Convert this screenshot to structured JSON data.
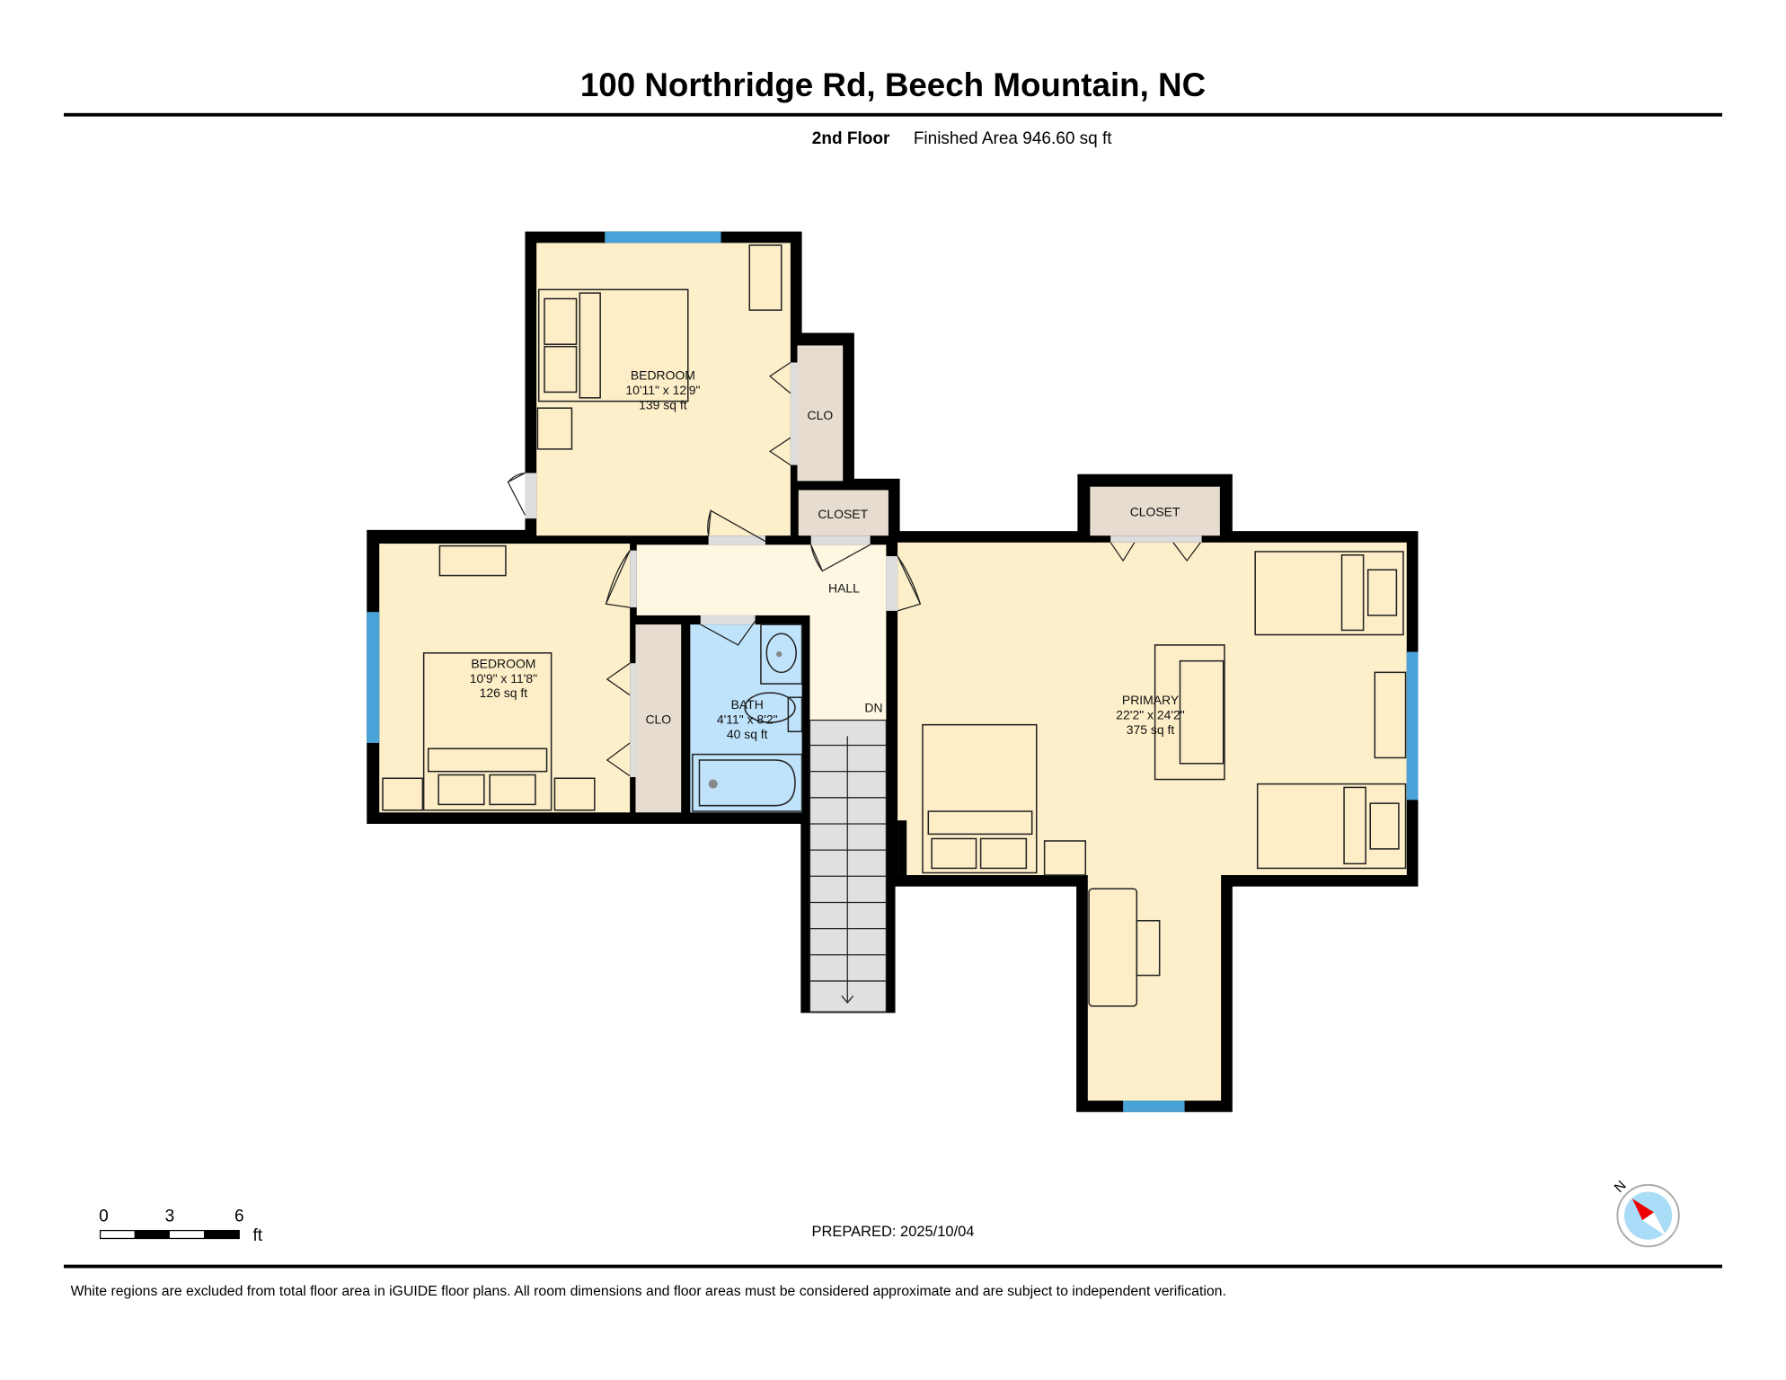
{
  "header": {
    "title": "100 Northridge Rd, Beech Mountain, NC",
    "floor": "2nd Floor",
    "finished_area": "Finished Area 946.60 sq ft"
  },
  "rooms": {
    "bedroom1": {
      "name": "BEDROOM",
      "dims": "10'11\" x 12'9\"",
      "area": "139 sq ft"
    },
    "bedroom2": {
      "name": "BEDROOM",
      "dims": "10'9\" x 11'8\"",
      "area": "126 sq ft"
    },
    "bath": {
      "name": "BATH",
      "dims": "4'11\" x 8'2\"",
      "area": "40 sq ft"
    },
    "primary": {
      "name": "PRIMARY",
      "dims": "22'2\" x 24'2\"",
      "area": "375 sq ft"
    },
    "clo1": "CLO",
    "clo2": "CLO",
    "closet1": "CLOSET",
    "closet2": "CLOSET",
    "hall": "HALL",
    "stairs": "DN"
  },
  "scale_bar": {
    "ticks": [
      "0",
      "3",
      "6"
    ],
    "unit": "ft"
  },
  "compass": {
    "label": "N"
  },
  "prepared": "PREPARED: 2025/10/04",
  "footer": "White regions are excluded from total floor area in iGUIDE floor plans. All room dimensions and floor areas must be considered approximate and are subject to independent verification.",
  "colors": {
    "room": "#fdefc9",
    "hall": "#fef7e2",
    "bath": "#bfe3fb",
    "closet": "#e6dccf",
    "window": "#4aa3d8",
    "wall": "#000000"
  }
}
